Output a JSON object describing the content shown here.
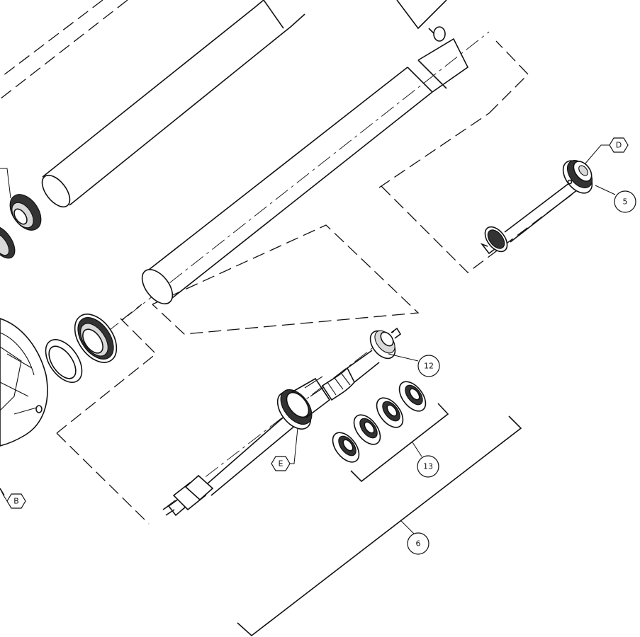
{
  "callouts": {
    "c5": {
      "label": "5",
      "shape": "circle"
    },
    "c6": {
      "label": "6",
      "shape": "circle"
    },
    "c12": {
      "label": "12",
      "shape": "circle"
    },
    "c13": {
      "label": "13",
      "shape": "circle"
    },
    "cD": {
      "label": "D",
      "shape": "hexagon"
    },
    "cE": {
      "label": "E",
      "shape": "hexagon"
    },
    "cB": {
      "label": "B",
      "shape": "hexagon"
    }
  },
  "colors": {
    "ink": "#111111",
    "background": "#ffffff",
    "dark_fill": "#333333",
    "light_fill": "#d9d9d9"
  }
}
